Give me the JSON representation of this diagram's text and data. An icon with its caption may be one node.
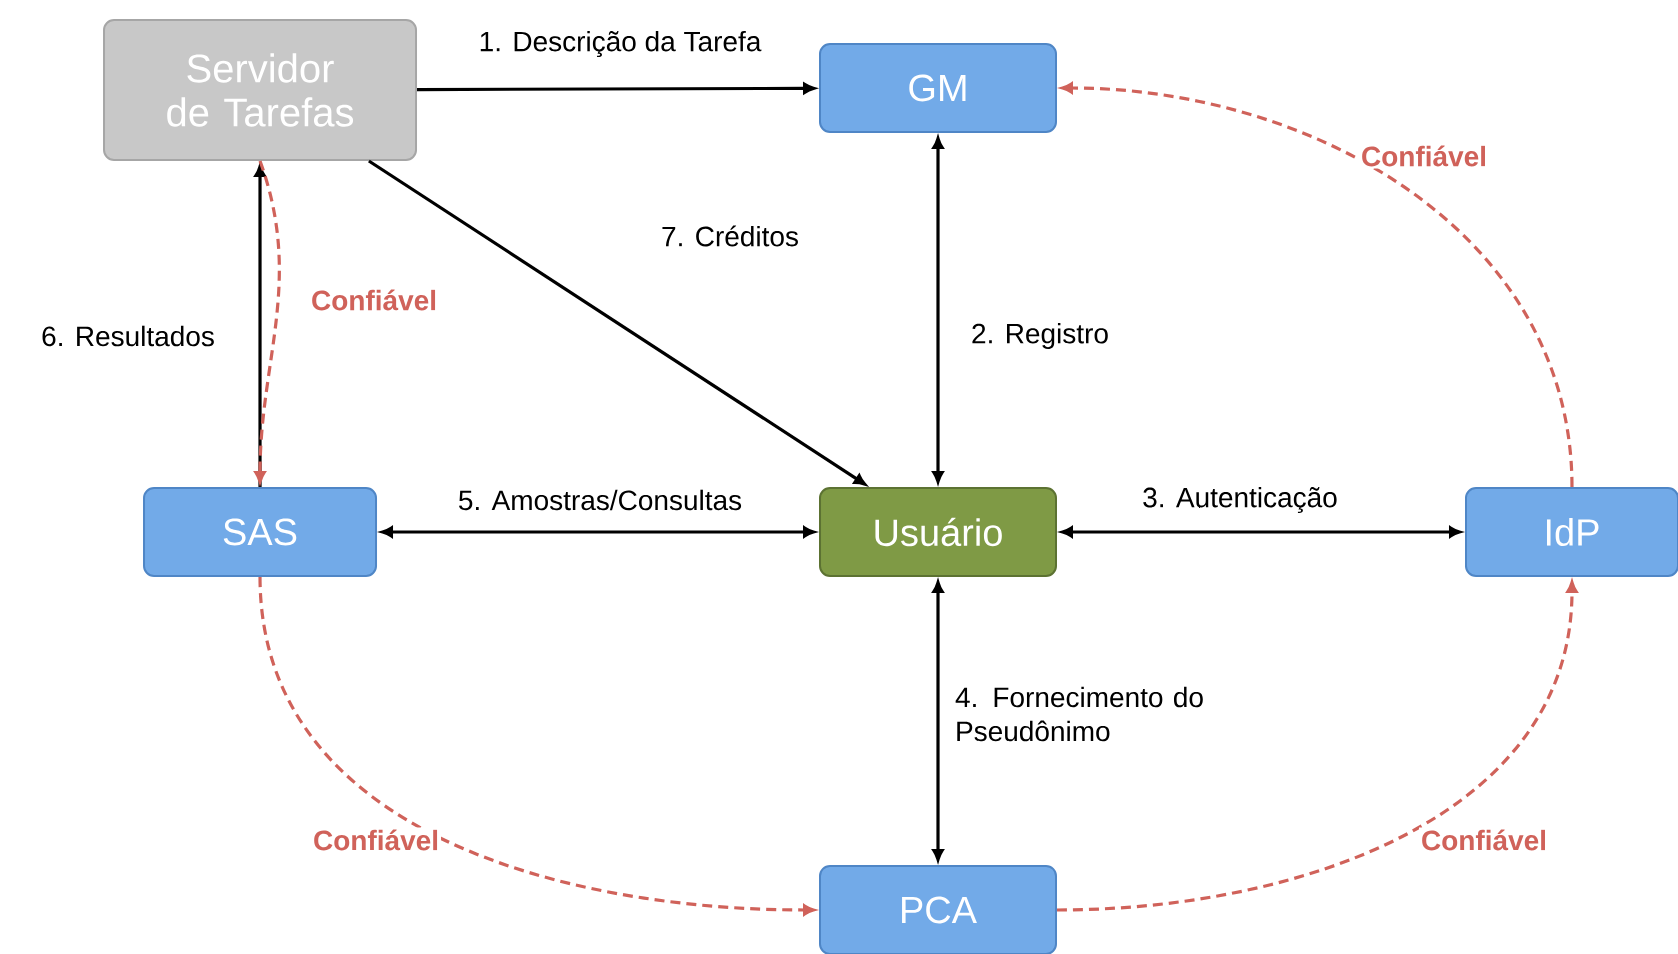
{
  "diagram": {
    "nodes": [
      {
        "text": [
          "Servidor de Tarefas"
        ]
      },
      {
        "text": [
          "GM"
        ]
      },
      {
        "text": [
          "SAS"
        ]
      },
      {
        "text": [
          "Usuário"
        ]
      },
      {
        "text": [
          "IdP"
        ]
      },
      {
        "text": [
          "PCA"
        ]
      }
    ],
    "edges": [
      {
        "from": 0,
        "to": 1,
        "arrow": "to",
        "label": "1. Descrição da Tarefa"
      },
      {
        "from": 1,
        "to": 3,
        "arrow": "both",
        "label": "2. Registro"
      },
      {
        "from": 3,
        "to": 4,
        "arrow": "both",
        "label": "3. Autenticação"
      },
      {
        "from": 3,
        "to": 5,
        "arrow": "both",
        "label": "4. Fornecimento do Pseudônimo"
      },
      {
        "from": 2,
        "to": 3,
        "arrow": "both",
        "label": "5. Amostras/Consultas"
      },
      {
        "from": 2,
        "to": 0,
        "arrow": "to",
        "label": "6. Resultados"
      },
      {
        "from": 0,
        "to": 3,
        "arrow": "to",
        "label": "7. Créditos"
      },
      {
        "from": 0,
        "to": 2,
        "arrow": "to",
        "label": "Confiável",
        "style": "dashed",
        "color": "#d0625a"
      },
      {
        "from": 4,
        "to": 1,
        "arrow": "to",
        "label": "Confiável",
        "style": "dashed",
        "color": "#d0625a"
      },
      {
        "from": 2,
        "to": 5,
        "arrow": "to",
        "label": "Confiável",
        "style": "dashed",
        "color": "#d0625a"
      },
      {
        "from": 5,
        "to": 4,
        "arrow": "to",
        "label": "Confiável",
        "style": "dashed",
        "color": "#d0625a"
      }
    ]
  }
}
